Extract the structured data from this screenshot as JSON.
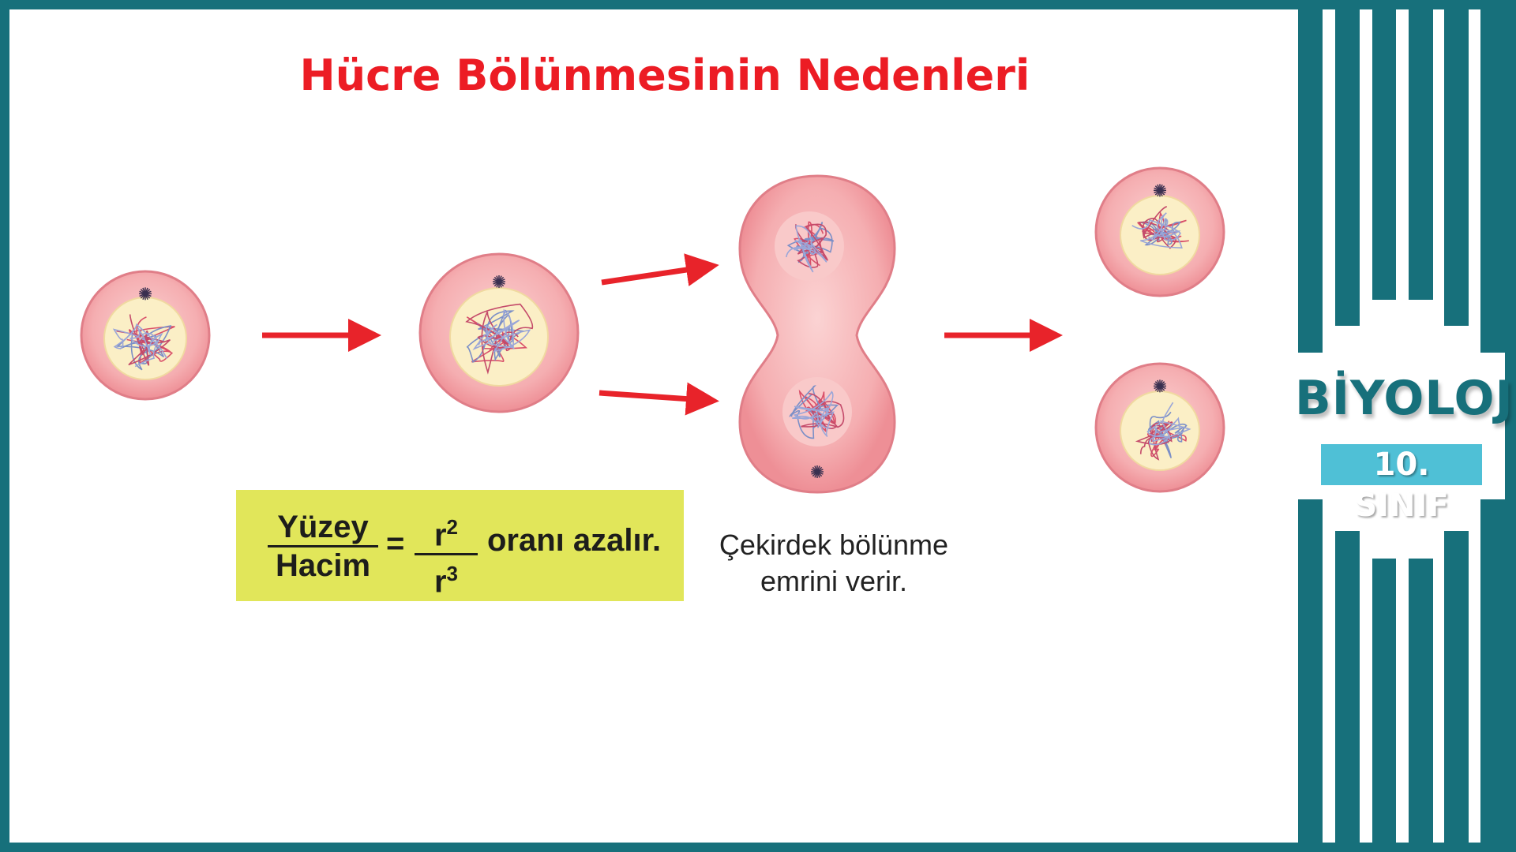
{
  "title": "Hücre Bölünmesinin Nedenleri",
  "brand": {
    "subject": "BİYOLOJİ",
    "grade": "10. SINIF"
  },
  "colors": {
    "frame": "#17707b",
    "title": "#ec1c24",
    "arrow": "#e8232a",
    "formula_bg": "#e1e65a",
    "grade_bg": "#4fc0d6",
    "cell": "#f3a1a6",
    "nucleus": "#fbefc6"
  },
  "formula": {
    "left_numerator": "Yüzey",
    "left_denominator": "Hacim",
    "equals": "=",
    "right_numerator": "r",
    "right_numerator_exp": "2",
    "right_denominator": "r",
    "right_denominator_exp": "3",
    "suffix": "oranı azalır."
  },
  "caption": {
    "line1": "Çekirdek bölünme",
    "line2": "emrini verir."
  }
}
